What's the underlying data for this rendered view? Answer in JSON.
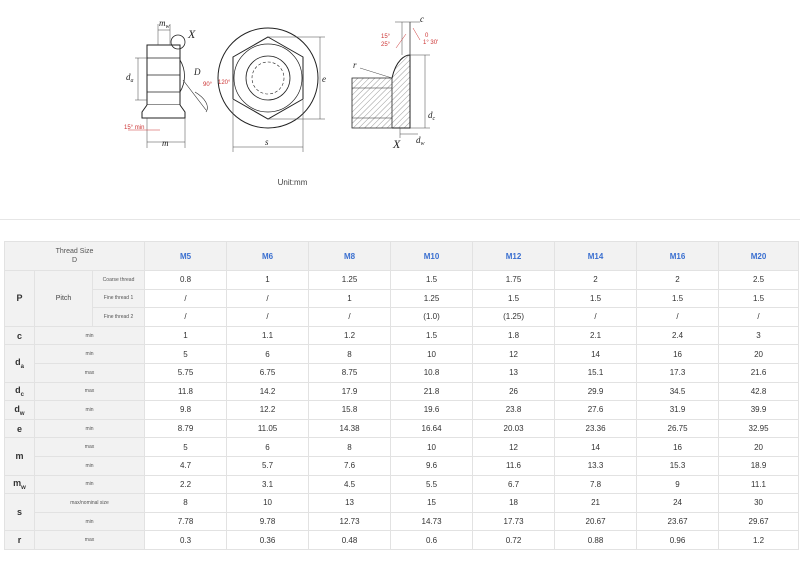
{
  "drawing": {
    "label_mw": "m",
    "label_mw_sub": "w",
    "label_x": "X",
    "label_da": "d",
    "label_da_sub": "a",
    "label_d": "D",
    "label_angle_90": "90°",
    "label_angle_120": "120°",
    "label_15min": "15° min",
    "label_m": "m",
    "label_s": "s",
    "label_e": "e",
    "label_c": "c",
    "label_15": "15°",
    "label_25": "25°",
    "label_0": "0",
    "label_130": "1° 30'",
    "label_r": "r",
    "label_dc": "d",
    "label_dc_sub": "c",
    "label_dw": "d",
    "label_dw_sub": "w",
    "label_x2": "X",
    "unit": "Unit:mm"
  },
  "table": {
    "corner_line1": "Thread Size",
    "corner_line2": "D",
    "sizes": [
      "M5",
      "M6",
      "M8",
      "M10",
      "M12",
      "M14",
      "M16",
      "M20"
    ],
    "pitch_label": "Pitch",
    "rows": [
      {
        "sym": "P",
        "sub": "Coarse thread",
        "values": [
          "0.8",
          "1",
          "1.25",
          "1.5",
          "1.75",
          "2",
          "2",
          "2.5"
        ]
      },
      {
        "sym": "",
        "sub": "Fine thread 1",
        "values": [
          "/",
          "/",
          "1",
          "1.25",
          "1.5",
          "1.5",
          "1.5",
          "1.5"
        ]
      },
      {
        "sym": "",
        "sub": "Fine thread 2",
        "values": [
          "/",
          "/",
          "/",
          "(1.0)",
          "(1.25)",
          "/",
          "/",
          "/"
        ]
      },
      {
        "sym": "c",
        "sub": "min",
        "values": [
          "1",
          "1.1",
          "1.2",
          "1.5",
          "1.8",
          "2.1",
          "2.4",
          "3"
        ]
      },
      {
        "sym": "d",
        "symsub": "a",
        "sub": "min",
        "values": [
          "5",
          "6",
          "8",
          "10",
          "12",
          "14",
          "16",
          "20"
        ]
      },
      {
        "sym": "",
        "sub": "max",
        "values": [
          "5.75",
          "6.75",
          "8.75",
          "10.8",
          "13",
          "15.1",
          "17.3",
          "21.6"
        ]
      },
      {
        "sym": "d",
        "symsub": "c",
        "sub": "max",
        "values": [
          "11.8",
          "14.2",
          "17.9",
          "21.8",
          "26",
          "29.9",
          "34.5",
          "42.8"
        ]
      },
      {
        "sym": "d",
        "symsub": "w",
        "sub": "min",
        "values": [
          "9.8",
          "12.2",
          "15.8",
          "19.6",
          "23.8",
          "27.6",
          "31.9",
          "39.9"
        ]
      },
      {
        "sym": "e",
        "sub": "min",
        "values": [
          "8.79",
          "11.05",
          "14.38",
          "16.64",
          "20.03",
          "23.36",
          "26.75",
          "32.95"
        ]
      },
      {
        "sym": "m",
        "sub": "max",
        "values": [
          "5",
          "6",
          "8",
          "10",
          "12",
          "14",
          "16",
          "20"
        ]
      },
      {
        "sym": "",
        "sub": "min",
        "values": [
          "4.7",
          "5.7",
          "7.6",
          "9.6",
          "11.6",
          "13.3",
          "15.3",
          "18.9"
        ]
      },
      {
        "sym": "m",
        "symsub": "w",
        "sub": "min",
        "values": [
          "2.2",
          "3.1",
          "4.5",
          "5.5",
          "6.7",
          "7.8",
          "9",
          "11.1"
        ]
      },
      {
        "sym": "s",
        "sub": "max/nominal size",
        "values": [
          "8",
          "10",
          "13",
          "15",
          "18",
          "21",
          "24",
          "30"
        ]
      },
      {
        "sym": "",
        "sub": "min",
        "values": [
          "7.78",
          "9.78",
          "12.73",
          "14.73",
          "17.73",
          "20.67",
          "23.67",
          "29.67"
        ]
      },
      {
        "sym": "r",
        "sub": "max",
        "values": [
          "0.3",
          "0.36",
          "0.48",
          "0.6",
          "0.72",
          "0.88",
          "0.96",
          "1.2"
        ]
      }
    ]
  }
}
